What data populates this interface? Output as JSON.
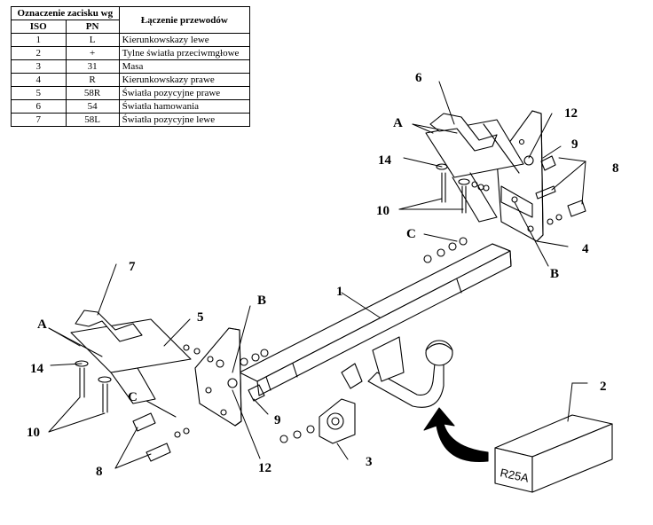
{
  "table": {
    "header_main": "Oznaczenie zacisku wg",
    "header_connection": "Łączenie przewodów",
    "col_iso": "ISO",
    "col_pn": "PN",
    "rows": [
      {
        "iso": "1",
        "pn": "L",
        "desc": "Kierunkowskazy lewe"
      },
      {
        "iso": "2",
        "pn": "+",
        "desc": "Tylne światła przeciwmgłowe"
      },
      {
        "iso": "3",
        "pn": "31",
        "desc": "Masa"
      },
      {
        "iso": "4",
        "pn": "R",
        "desc": "Kierunkowskazy prawe"
      },
      {
        "iso": "5",
        "pn": "58R",
        "desc": "Światła pozycyjne prawe"
      },
      {
        "iso": "6",
        "pn": "54",
        "desc": "Światła hamowania"
      },
      {
        "iso": "7",
        "pn": "58L",
        "desc": "Światła pozycyjne lewe"
      }
    ]
  },
  "callouts": {
    "n1": "1",
    "n2": "2",
    "n3": "3",
    "n4": "4",
    "n5": "5",
    "n6": "6",
    "n7": "7",
    "n8_right": "8",
    "n8_left": "8",
    "n9_right": "9",
    "n9_left": "9",
    "n10_right": "10",
    "n10_left": "10",
    "n12_right": "12",
    "n12_left": "12",
    "n14_right": "14",
    "n14_left": "14",
    "a_right": "A",
    "a_left": "A",
    "b_right": "B",
    "b_left": "B",
    "c_right": "C",
    "c_left": "C"
  },
  "box_label": "R25A",
  "colors": {
    "ink": "#000000",
    "paper": "#ffffff",
    "shade": "#d9d9d9"
  }
}
